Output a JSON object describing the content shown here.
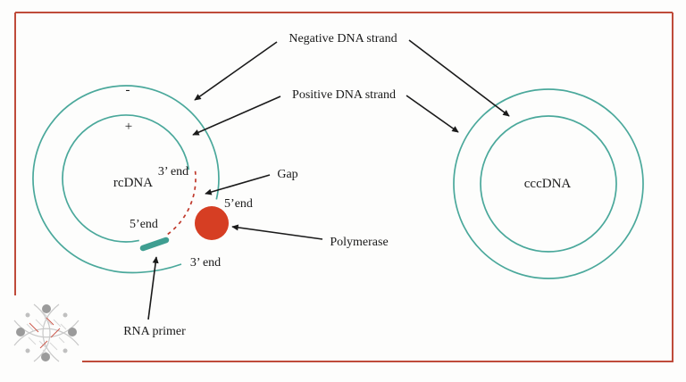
{
  "figure": {
    "title_hint": "rcDNA to cccDNA diagram",
    "labels": {
      "negative_strand": "Negative DNA strand",
      "positive_strand": "Positive DNA strand",
      "gap": "Gap",
      "polymerase": "Polymerase",
      "rna_primer": "RNA primer",
      "rcdna": "rcDNA",
      "cccdna": "cccDNA",
      "minus_sign": "-",
      "plus_sign": "+",
      "end3_top": "3’ end",
      "end5_polymerase": "5’end",
      "end5_inner": "5’end",
      "end3_bottom": "3’ end"
    },
    "colors": {
      "strand_teal": "#4aa89b",
      "primer_teal": "#3f9e91",
      "gap_dash_red": "#c0392b",
      "polymerase_red": "#d63e23",
      "border_red": "#bf4b3a",
      "text_black": "#1a1a1a",
      "logo_gray": "#9b9b9b"
    }
  }
}
